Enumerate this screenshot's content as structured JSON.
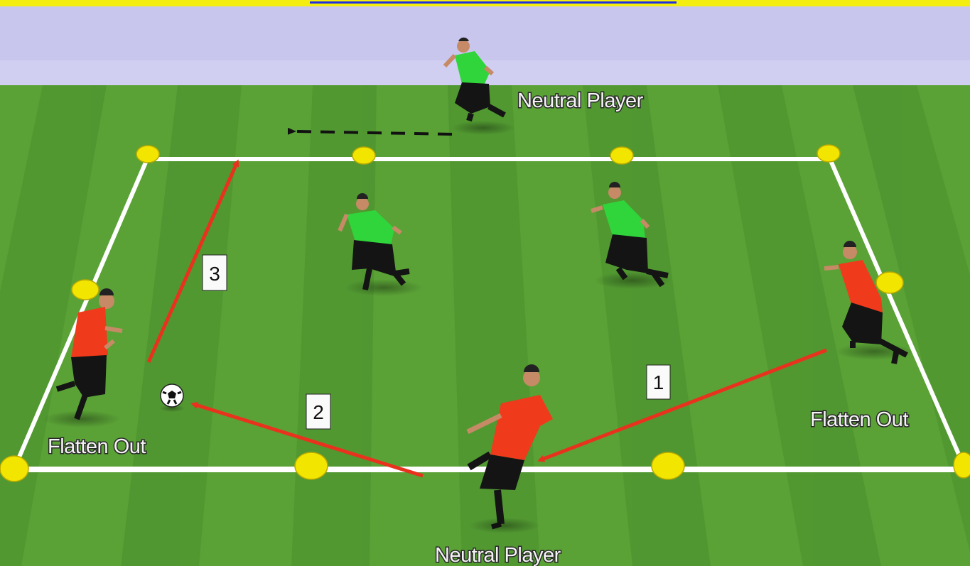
{
  "labels": {
    "neutral_player_top": "Neutral Player",
    "neutral_player_bottom": "Neutral Player",
    "flatten_out_left": "Flatten Out",
    "flatten_out_right": "Flatten Out"
  },
  "steps": [
    "1",
    "2",
    "3"
  ],
  "colors": {
    "sky": "#c9c6ee",
    "grass_light": "#5fa638",
    "grass_dark": "#4e9230",
    "lines": "#ffffff",
    "cones": "#f2e600",
    "arrows": "#e8321e",
    "team_red": "#f03a1c",
    "team_green": "#2fd53a",
    "shorts": "#141414"
  }
}
